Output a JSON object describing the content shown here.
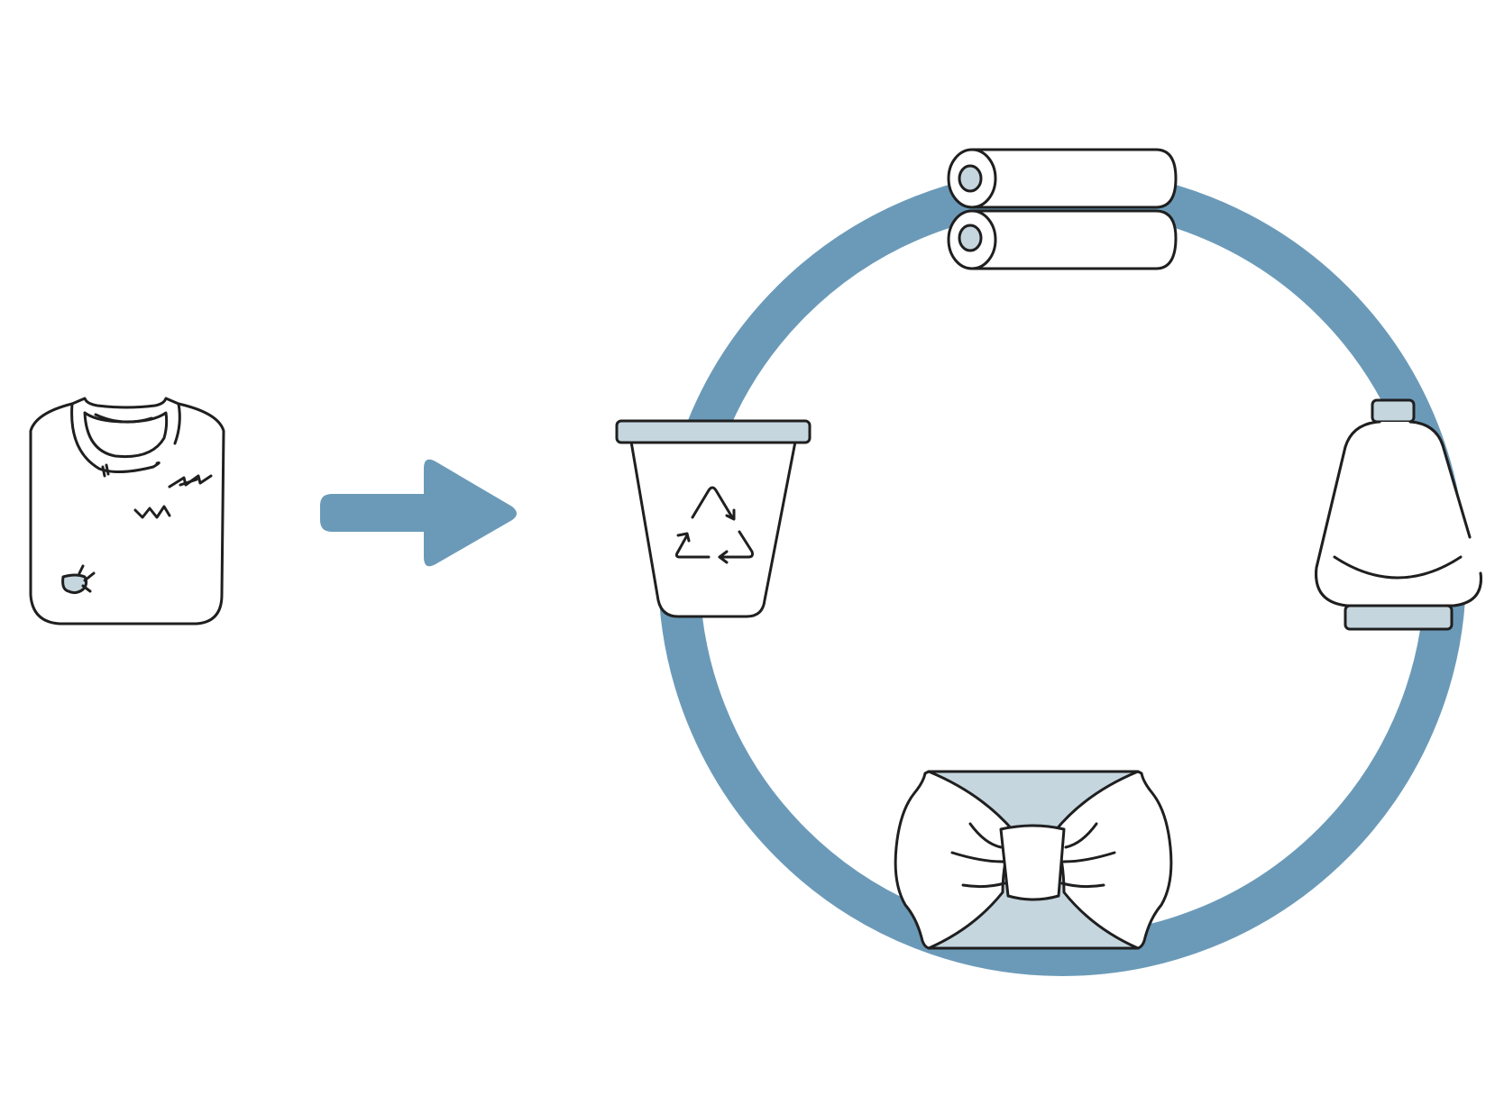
{
  "colors": {
    "background": "#ffffff",
    "stroke": "#1f1f1f",
    "cycle_ring": "#6b9ab8",
    "arrow": "#6b9ab8",
    "light_fill": "#c5d6df",
    "white_fill": "#ffffff"
  },
  "nodes": [
    {
      "id": "worn-shirt",
      "icon": "damaged-tshirt-icon"
    },
    {
      "id": "arrow",
      "icon": "right-arrow-icon"
    },
    {
      "id": "recycling-bin",
      "icon": "recycling-bin-icon"
    },
    {
      "id": "fabric-rolls",
      "icon": "fabric-rolls-icon"
    },
    {
      "id": "thread-spool",
      "icon": "thread-spool-icon"
    },
    {
      "id": "wrapped-gift",
      "icon": "furoshiki-wrap-icon"
    }
  ]
}
